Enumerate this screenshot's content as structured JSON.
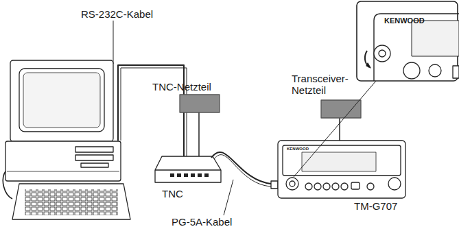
{
  "diagram": {
    "labels": [
      "RS-232C-Kabel",
      "TNC-Netzteil",
      "Transceiver- Netzteil",
      "KENWOOD",
      "TNC",
      "KENWOOD",
      "TM-G707",
      "PG-5A-Kabel"
    ]
  }
}
